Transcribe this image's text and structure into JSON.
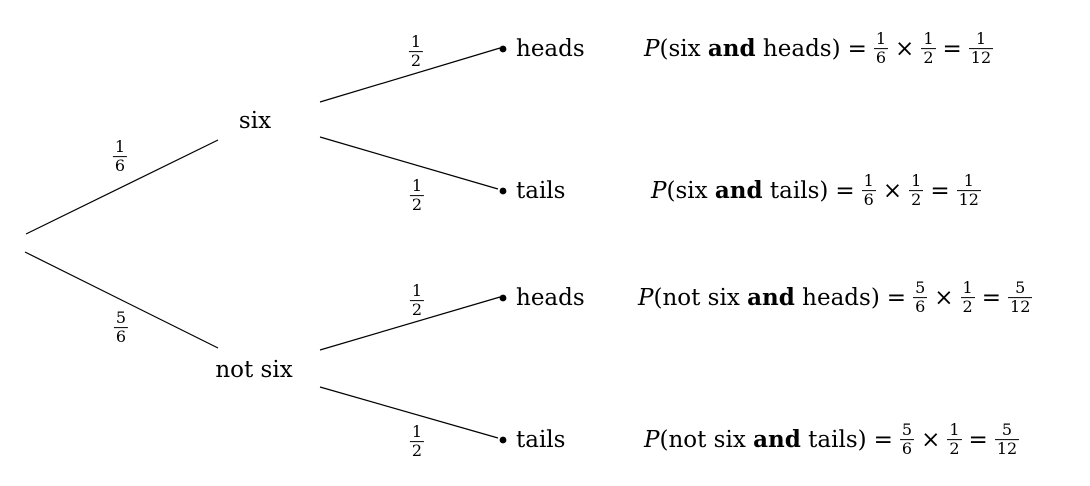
{
  "tree": {
    "level1": [
      {
        "num": "1",
        "den": "6",
        "label": "six"
      },
      {
        "num": "5",
        "den": "6",
        "label": "not six"
      }
    ],
    "level2": [
      {
        "num": "1",
        "den": "2",
        "label": "heads"
      },
      {
        "num": "1",
        "den": "2",
        "label": "tails"
      },
      {
        "num": "1",
        "den": "2",
        "label": "heads"
      },
      {
        "num": "1",
        "den": "2",
        "label": "tails"
      }
    ]
  },
  "formulas": [
    {
      "p": "P",
      "open": "(six ",
      "and": "and",
      "close": " heads)",
      "eq1": "=",
      "f1n": "1",
      "f1d": "6",
      "times": "×",
      "f2n": "1",
      "f2d": "2",
      "eq2": "=",
      "rn": "1",
      "rd": "12"
    },
    {
      "p": "P",
      "open": "(six ",
      "and": "and",
      "close": " tails)",
      "eq1": "=",
      "f1n": "1",
      "f1d": "6",
      "times": "×",
      "f2n": "1",
      "f2d": "2",
      "eq2": "=",
      "rn": "1",
      "rd": "12"
    },
    {
      "p": "P",
      "open": "(not six ",
      "and": "and",
      "close": " heads)",
      "eq1": "=",
      "f1n": "5",
      "f1d": "6",
      "times": "×",
      "f2n": "1",
      "f2d": "2",
      "eq2": "=",
      "rn": "5",
      "rd": "12"
    },
    {
      "p": "P",
      "open": "(not six ",
      "and": "and",
      "close": " tails)",
      "eq1": "=",
      "f1n": "5",
      "f1d": "6",
      "times": "×",
      "f2n": "1",
      "f2d": "2",
      "eq2": "=",
      "rn": "5",
      "rd": "12"
    }
  ],
  "colors": {
    "ink": "#000000",
    "background": "#ffffff"
  }
}
